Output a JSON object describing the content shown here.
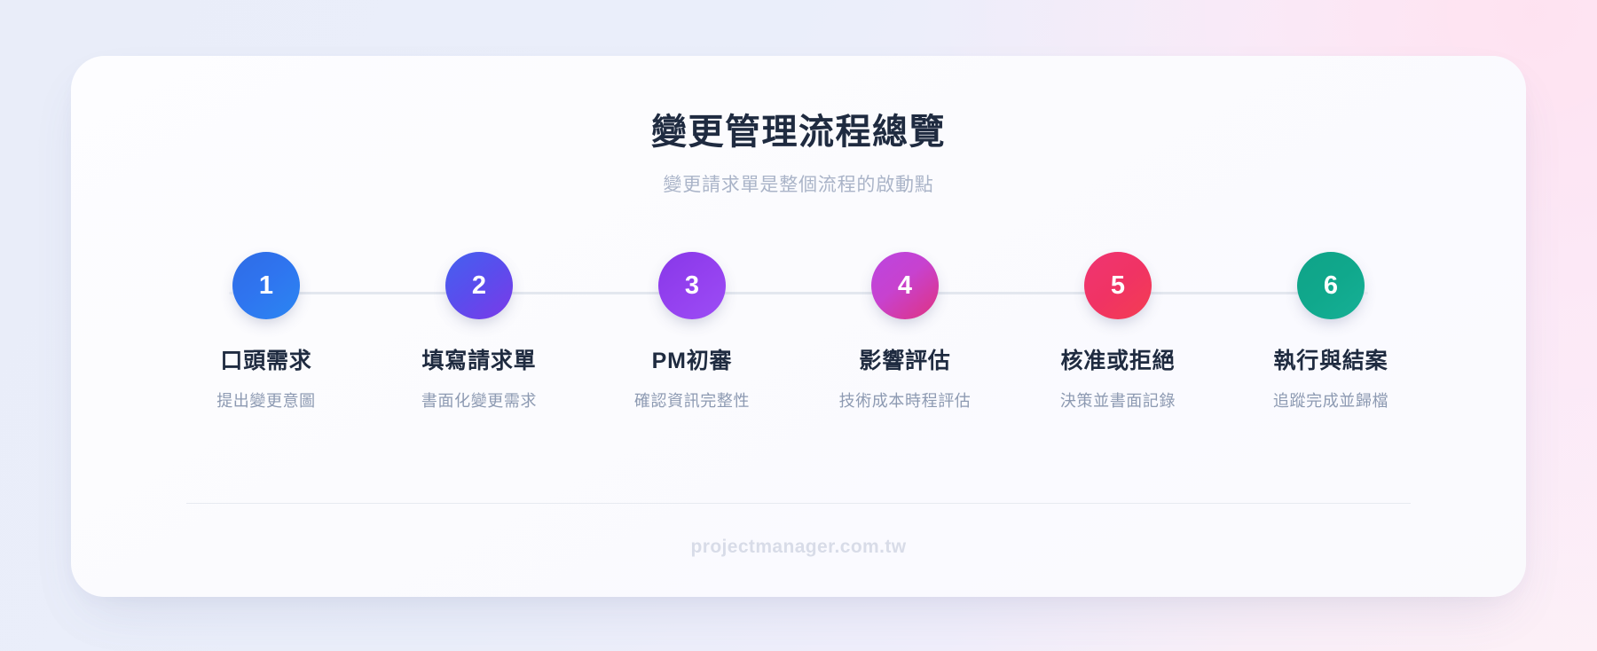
{
  "header": {
    "title": "變更管理流程總覽",
    "subtitle": "變更請求單是整個流程的啟動點"
  },
  "steps": [
    {
      "number": "1",
      "title": "口頭需求",
      "description": "提出變更意圖",
      "color": "#2f6ce5"
    },
    {
      "number": "2",
      "title": "填寫請求單",
      "description": "書面化變更需求",
      "color": "#5a4ded"
    },
    {
      "number": "3",
      "title": "PM初審",
      "description": "確認資訊完整性",
      "color": "#9441ef"
    },
    {
      "number": "4",
      "title": "影響評估",
      "description": "技術成本時程評估",
      "color": "#c742cf"
    },
    {
      "number": "5",
      "title": "核准或拒絕",
      "description": "決策並書面記錄",
      "color": "#f03364"
    },
    {
      "number": "6",
      "title": "執行與結案",
      "description": "追蹤完成並歸檔",
      "color": "#10a88c"
    }
  ],
  "footer": {
    "brand": "projectmanager.com.tw"
  }
}
